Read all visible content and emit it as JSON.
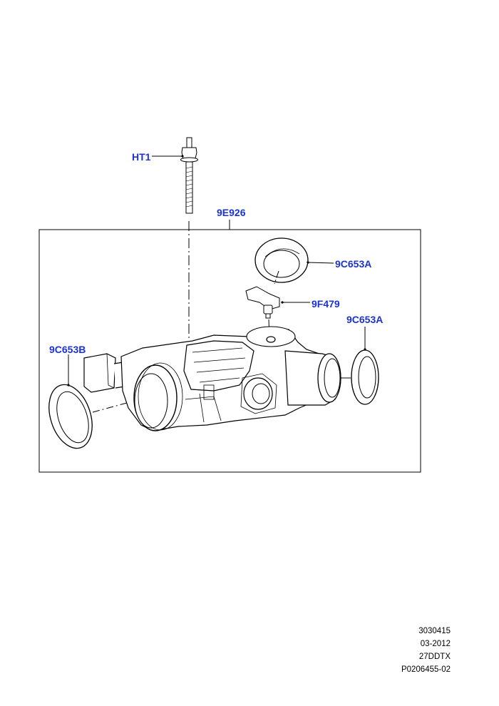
{
  "callouts": {
    "ht1": "HT1",
    "assembly": "9E926",
    "gasket_top": "9C653A",
    "sensor": "9F479",
    "gasket_right": "9C653A",
    "gasket_left": "9C653B"
  },
  "footer": {
    "line1": "3030415",
    "line2": "03-2012",
    "line3": "27DDTX",
    "line4": "P0206455-02"
  },
  "colors": {
    "callout_text": "#1a32d8",
    "line": "#000000"
  },
  "icons": [
    "stud-bolt-icon",
    "gasket-ring-icon",
    "sensor-icon",
    "throttle-housing-icon"
  ]
}
